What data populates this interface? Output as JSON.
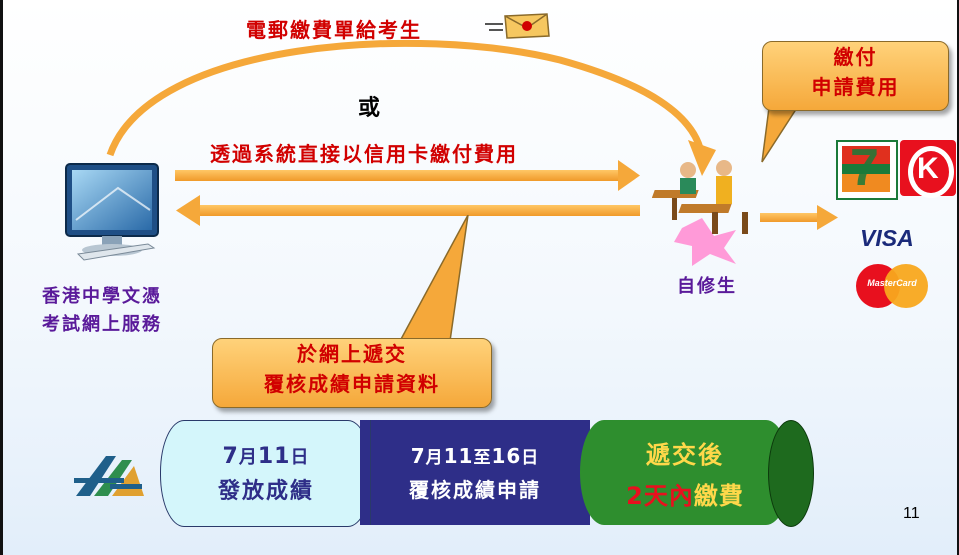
{
  "email_label": "電郵繳費單給考生",
  "or_label": "或",
  "credit_card_label": "透過系統直接以信用卡繳付費用",
  "pay_fee_callout": {
    "line1": "繳付",
    "line2": "申請費用"
  },
  "system_label": {
    "line1": "香港中學文憑",
    "line2": "考試網上服務"
  },
  "candidate_label": "自修生",
  "submit_callout": {
    "line1": "於網上遞交",
    "line2": "覆核成績申請資料"
  },
  "payment_methods": {
    "visa": "VISA",
    "mastercard": "MasterCard",
    "seven_eleven": "7",
    "circle_k": "K"
  },
  "timeline": {
    "step1": {
      "line1_num1": "7",
      "line1_a": "月",
      "line1_num2": "11",
      "line1_b": "日",
      "line2": "發放成績"
    },
    "step2": {
      "line1_num1": "7",
      "line1_a": "月",
      "line1_num2": "11",
      "line1_b": "至",
      "line1_num3": "16",
      "line1_c": "日",
      "line2": "覆核成績申請"
    },
    "step3": {
      "line1": "遞交後",
      "line2_num": "2",
      "line2_red": "天內",
      "line2_rest": "繳費"
    }
  },
  "page_number": "11",
  "colors": {
    "arrow": "#f5a83a",
    "red_text": "#d10000",
    "purple_text": "#5a1a9a",
    "step1": "#d4f6fb",
    "step2": "#2e2e88",
    "step3": "#2e8e2e"
  }
}
